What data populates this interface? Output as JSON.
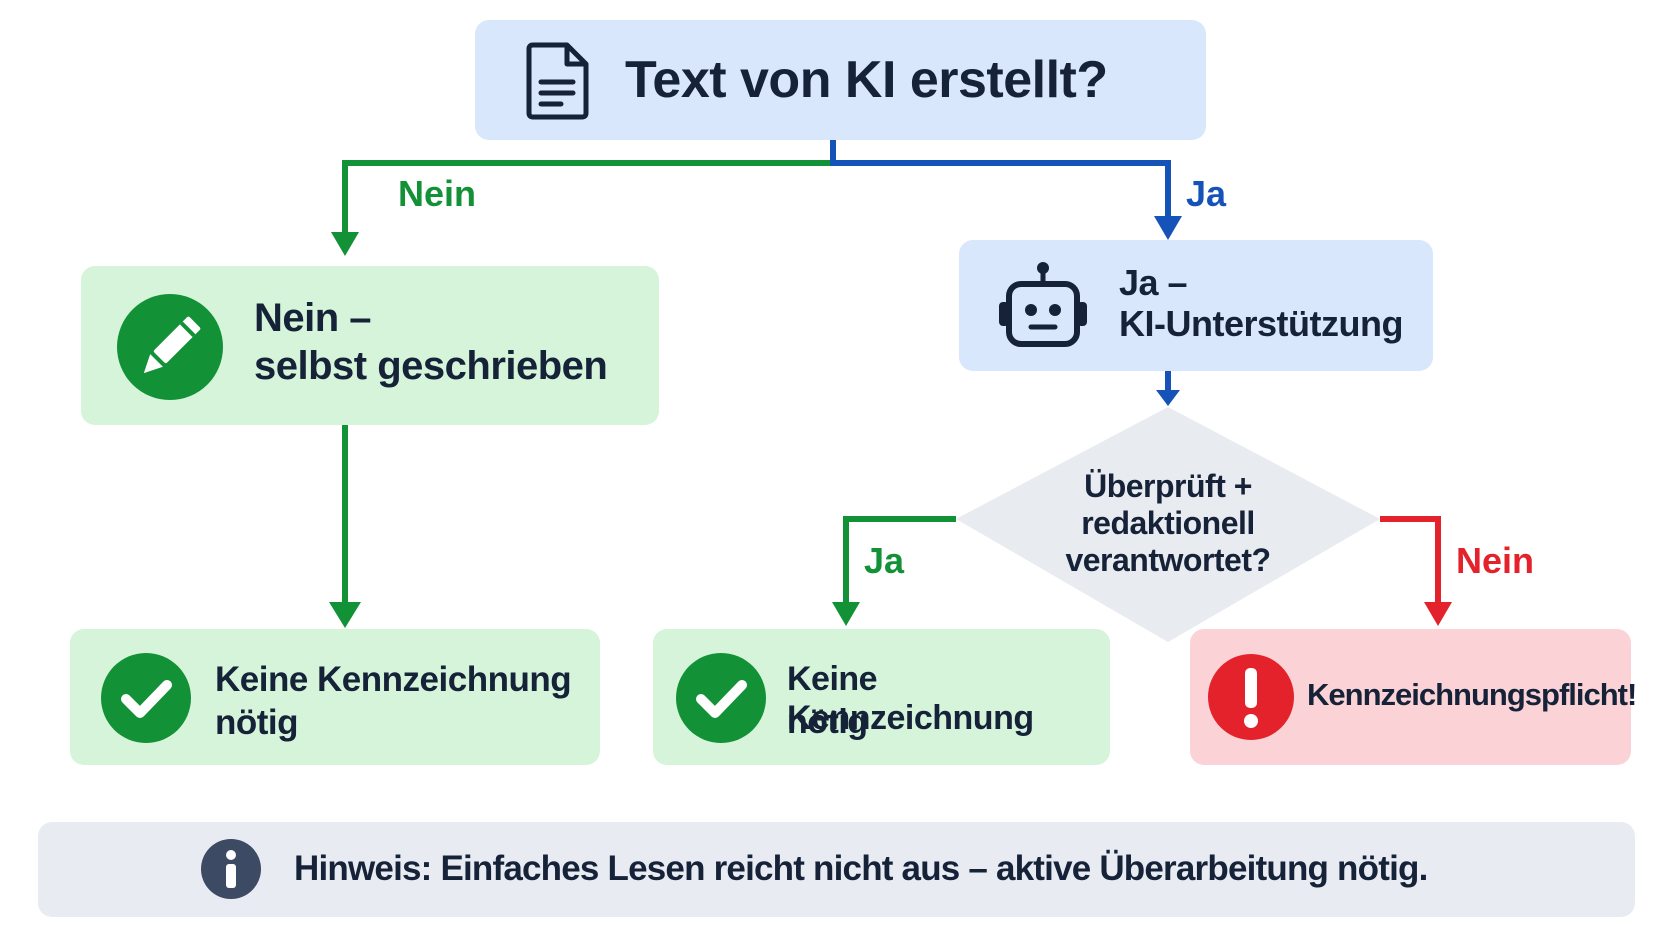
{
  "question": {
    "label": "Text von KI erstellt?",
    "icon": "document-icon"
  },
  "branch_labels": {
    "left_no": "Nein",
    "right_yes": "Ja",
    "decision_yes": "Ja",
    "decision_no": "Nein"
  },
  "self_written": {
    "line1": "Nein –",
    "line2": "selbst geschrieben",
    "icon": "pencil-icon"
  },
  "ai_support": {
    "line1": "Ja –",
    "line2": "KI-Unterstützung",
    "icon": "robot-icon"
  },
  "decision": {
    "line1": "Überprüft +",
    "line2": "redaktionell",
    "line3": "verantwortet?"
  },
  "result_left": {
    "line1": "Keine Kennzeichnung",
    "line2": "nötig",
    "icon": "checkmark-icon"
  },
  "result_mid": {
    "line1": "Keine Kennzeichnung",
    "line2": "nötig",
    "icon": "checkmark-icon"
  },
  "result_right": {
    "label": "Kennzeichnungspflicht!",
    "icon": "exclamation-icon"
  },
  "note": {
    "text": "Hinweis: Einfaches Lesen reicht nicht aus – aktive Überarbeitung nötig.",
    "icon": "info-icon"
  },
  "colors": {
    "green": "#129137",
    "blue": "#1553b8",
    "red": "#e4222b",
    "light_blue": "#d8e7fb",
    "light_green": "#d5f4da",
    "light_red": "#fbd3d7",
    "diamond": "#e8ebf0",
    "note_bg": "#e8ebf2",
    "text": "#152238"
  }
}
